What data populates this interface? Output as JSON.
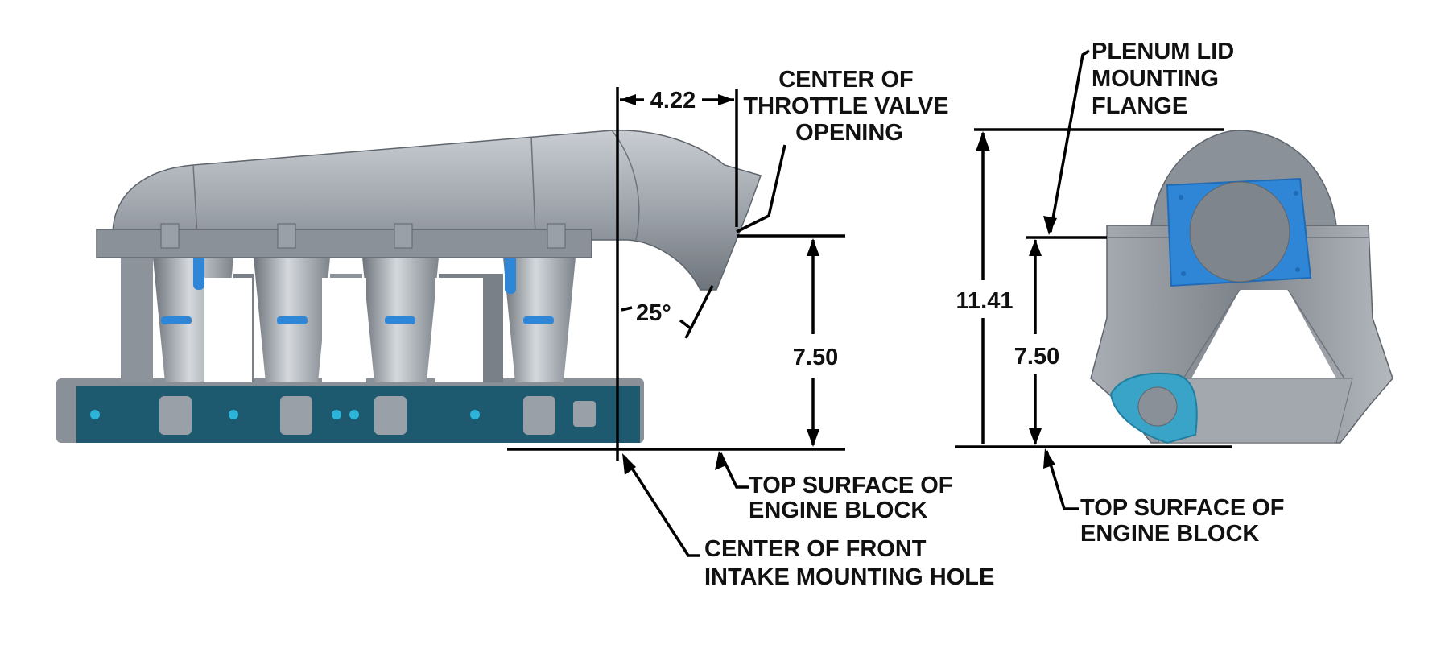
{
  "side_view": {
    "dim_horizontal": "4.22",
    "dim_vertical": "7.50",
    "angle": "25°",
    "label_throttle": [
      "CENTER OF",
      "THROTTLE VALVE",
      "OPENING"
    ],
    "label_surface": [
      "TOP SURFACE OF",
      "ENGINE BLOCK"
    ],
    "label_hole": [
      "CENTER OF FRONT",
      "INTAKE MOUNTING HOLE"
    ]
  },
  "front_view": {
    "dim_total": "11.41",
    "dim_flange": "7.50",
    "label_flange": [
      "PLENUM LID",
      "MOUNTING",
      "FLANGE"
    ],
    "label_surface": [
      "TOP SURFACE OF",
      "ENGINE BLOCK"
    ]
  },
  "colors": {
    "casting": "#9aa0a8",
    "accent_blue": "#2f86d6",
    "base_plate": "#1d5a70"
  }
}
